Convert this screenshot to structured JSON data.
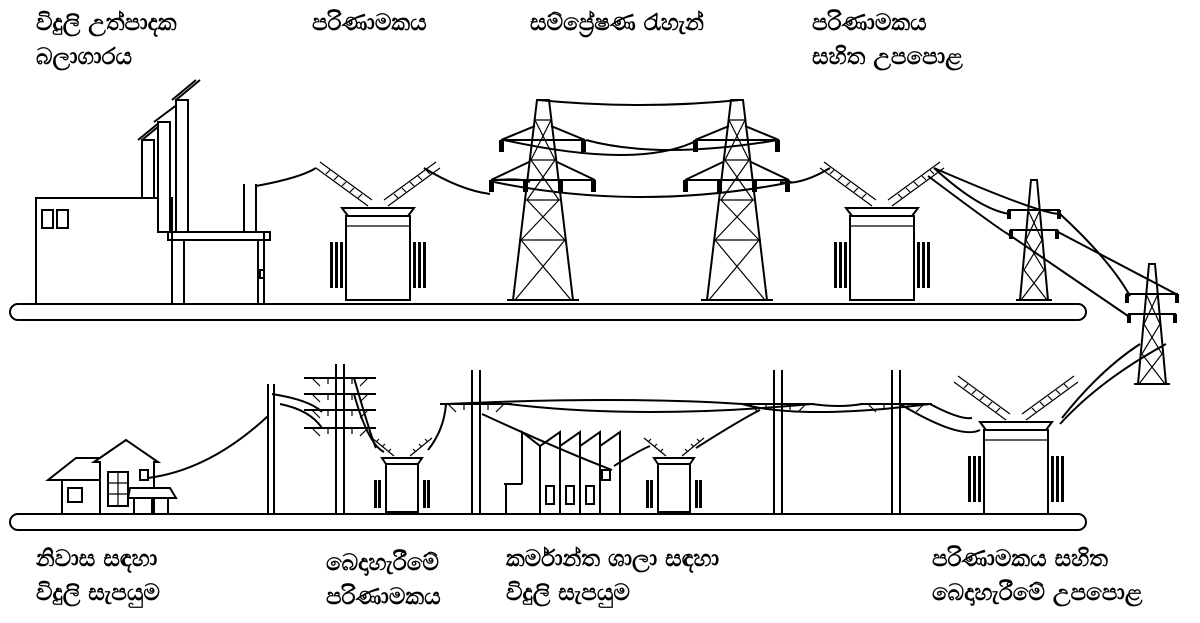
{
  "labels": {
    "power_station": [
      "විදුලි උත්පාදක",
      "බලාගාරය"
    ],
    "step_up_transformer": [
      "පරිණාමකය"
    ],
    "transmission_lines": [
      "සම්ප්‍රේෂණ රැහැන්"
    ],
    "substation": [
      "පරිණාමකය",
      "සහිත උපපොළ"
    ],
    "residential_supply": [
      "නිවාස සඳහා",
      "විදුලි සැපයුම"
    ],
    "distribution_transformer": [
      "බෙදාහැරීමේ",
      "පරිණාමකය"
    ],
    "industrial_supply": [
      "කර්මාන්ත ශාලා සඳහා",
      "විදුලි සැපයුම"
    ],
    "distribution_substation": [
      "පරිණාමකය සහිත",
      "බෙදාහැරීමේ උපපොළ"
    ]
  },
  "colors": {
    "stroke": "#000000",
    "background": "#ffffff"
  }
}
